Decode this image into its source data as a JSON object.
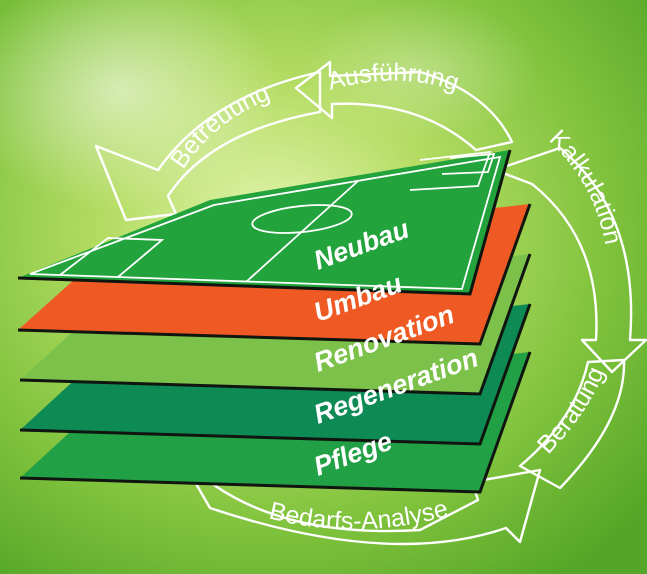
{
  "cycle": {
    "steps": [
      {
        "label": "Ausführung"
      },
      {
        "label": "Kalkulation"
      },
      {
        "label": "Beratung"
      },
      {
        "label": "Bedarfs-Analyse"
      },
      {
        "label": "Betreuung"
      }
    ]
  },
  "layers": [
    {
      "label": "Neubau",
      "color": "#22a33c"
    },
    {
      "label": "Umbau",
      "color": "#ef5a24"
    },
    {
      "label": "Renovation",
      "color": "#7cc24a"
    },
    {
      "label": "Regeneration",
      "color": "#0e8a55"
    },
    {
      "label": "Pflege",
      "color": "#22a046"
    }
  ],
  "colors": {
    "background_light": "#dff2a8",
    "background_dark": "#5fae2c",
    "outline": "#ffffff",
    "layer_edge": "#101510"
  }
}
